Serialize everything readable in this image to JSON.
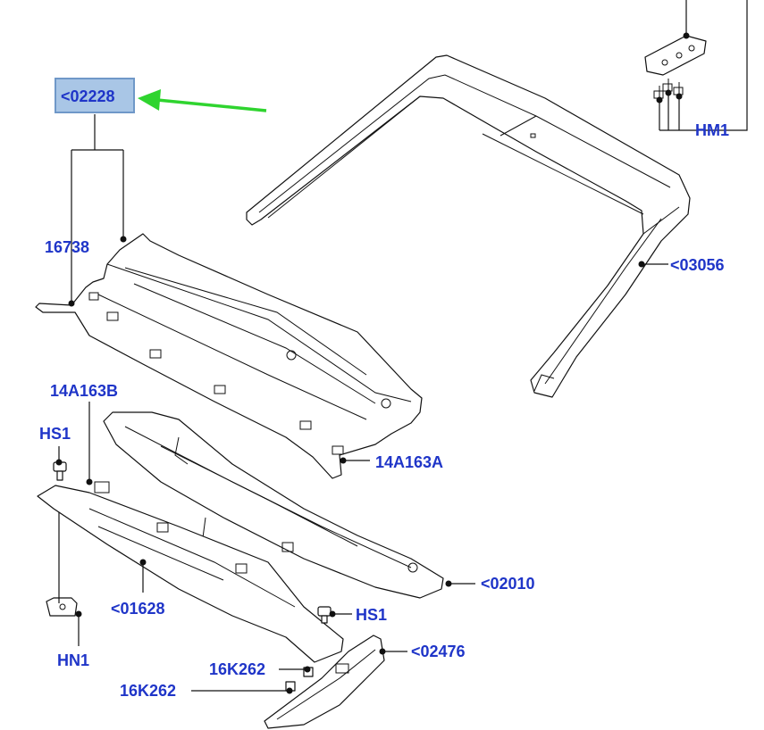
{
  "diagram": {
    "labels": {
      "p02228": "<02228",
      "p16738": "16738",
      "p03056": "<03056",
      "hm1": "HM1",
      "p14a163b": "14A163B",
      "hs1_top": "HS1",
      "p14a163a": "14A163A",
      "p02010": "<02010",
      "p01628": "<01628",
      "hs1_bottom": "HS1",
      "hn1": "HN1",
      "p02476": "<02476",
      "p16k262_a": "16K262",
      "p16k262_b": "16K262"
    },
    "colors": {
      "label_text": "#1f35c8",
      "highlight_fill": "#a9c6e6",
      "highlight_border": "#6f98c8",
      "arrow": "#2fd42f"
    }
  }
}
